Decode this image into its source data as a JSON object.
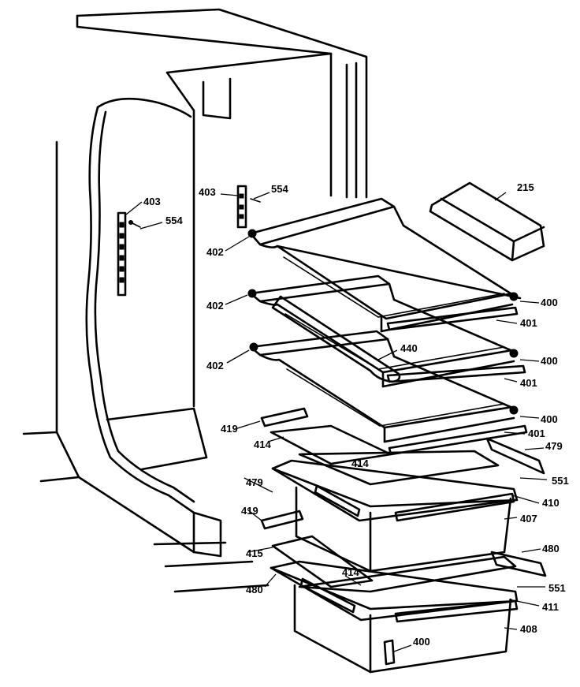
{
  "labels": {
    "l403a": "403",
    "l554a": "554",
    "l403b": "403",
    "l554b": "554",
    "l215": "215",
    "l402a": "402",
    "l402b": "402",
    "l402c": "402",
    "l400a": "400",
    "l401a": "401",
    "l440": "440",
    "l400b": "400",
    "l401b": "401",
    "l400c": "400",
    "l401c": "401",
    "l419a": "419",
    "l414a": "414",
    "l479a": "479",
    "l414b": "414",
    "l479b": "479",
    "l551a": "551",
    "l410": "410",
    "l407": "407",
    "l419b": "419",
    "l480a": "480",
    "l415": "415",
    "l414c": "414",
    "l551b": "551",
    "l480b": "480",
    "l411": "411",
    "l408": "408",
    "l400d": "400"
  }
}
